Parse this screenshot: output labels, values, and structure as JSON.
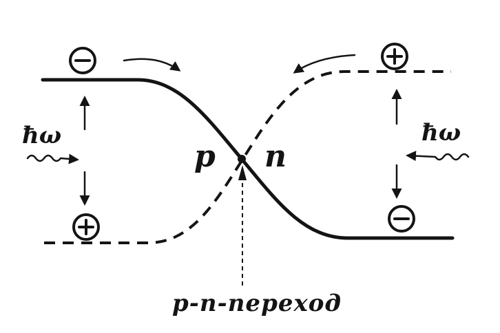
{
  "labels": {
    "p": "p",
    "n": "n",
    "hw_left": "ħω",
    "hw_right": "ħω",
    "junction": "p-n-переход"
  },
  "charges": {
    "top_left": "−",
    "bottom_left": "+",
    "top_right": "+",
    "bottom_right": "−"
  },
  "colors": {
    "ink": "#141414",
    "background": "#ffffff"
  }
}
